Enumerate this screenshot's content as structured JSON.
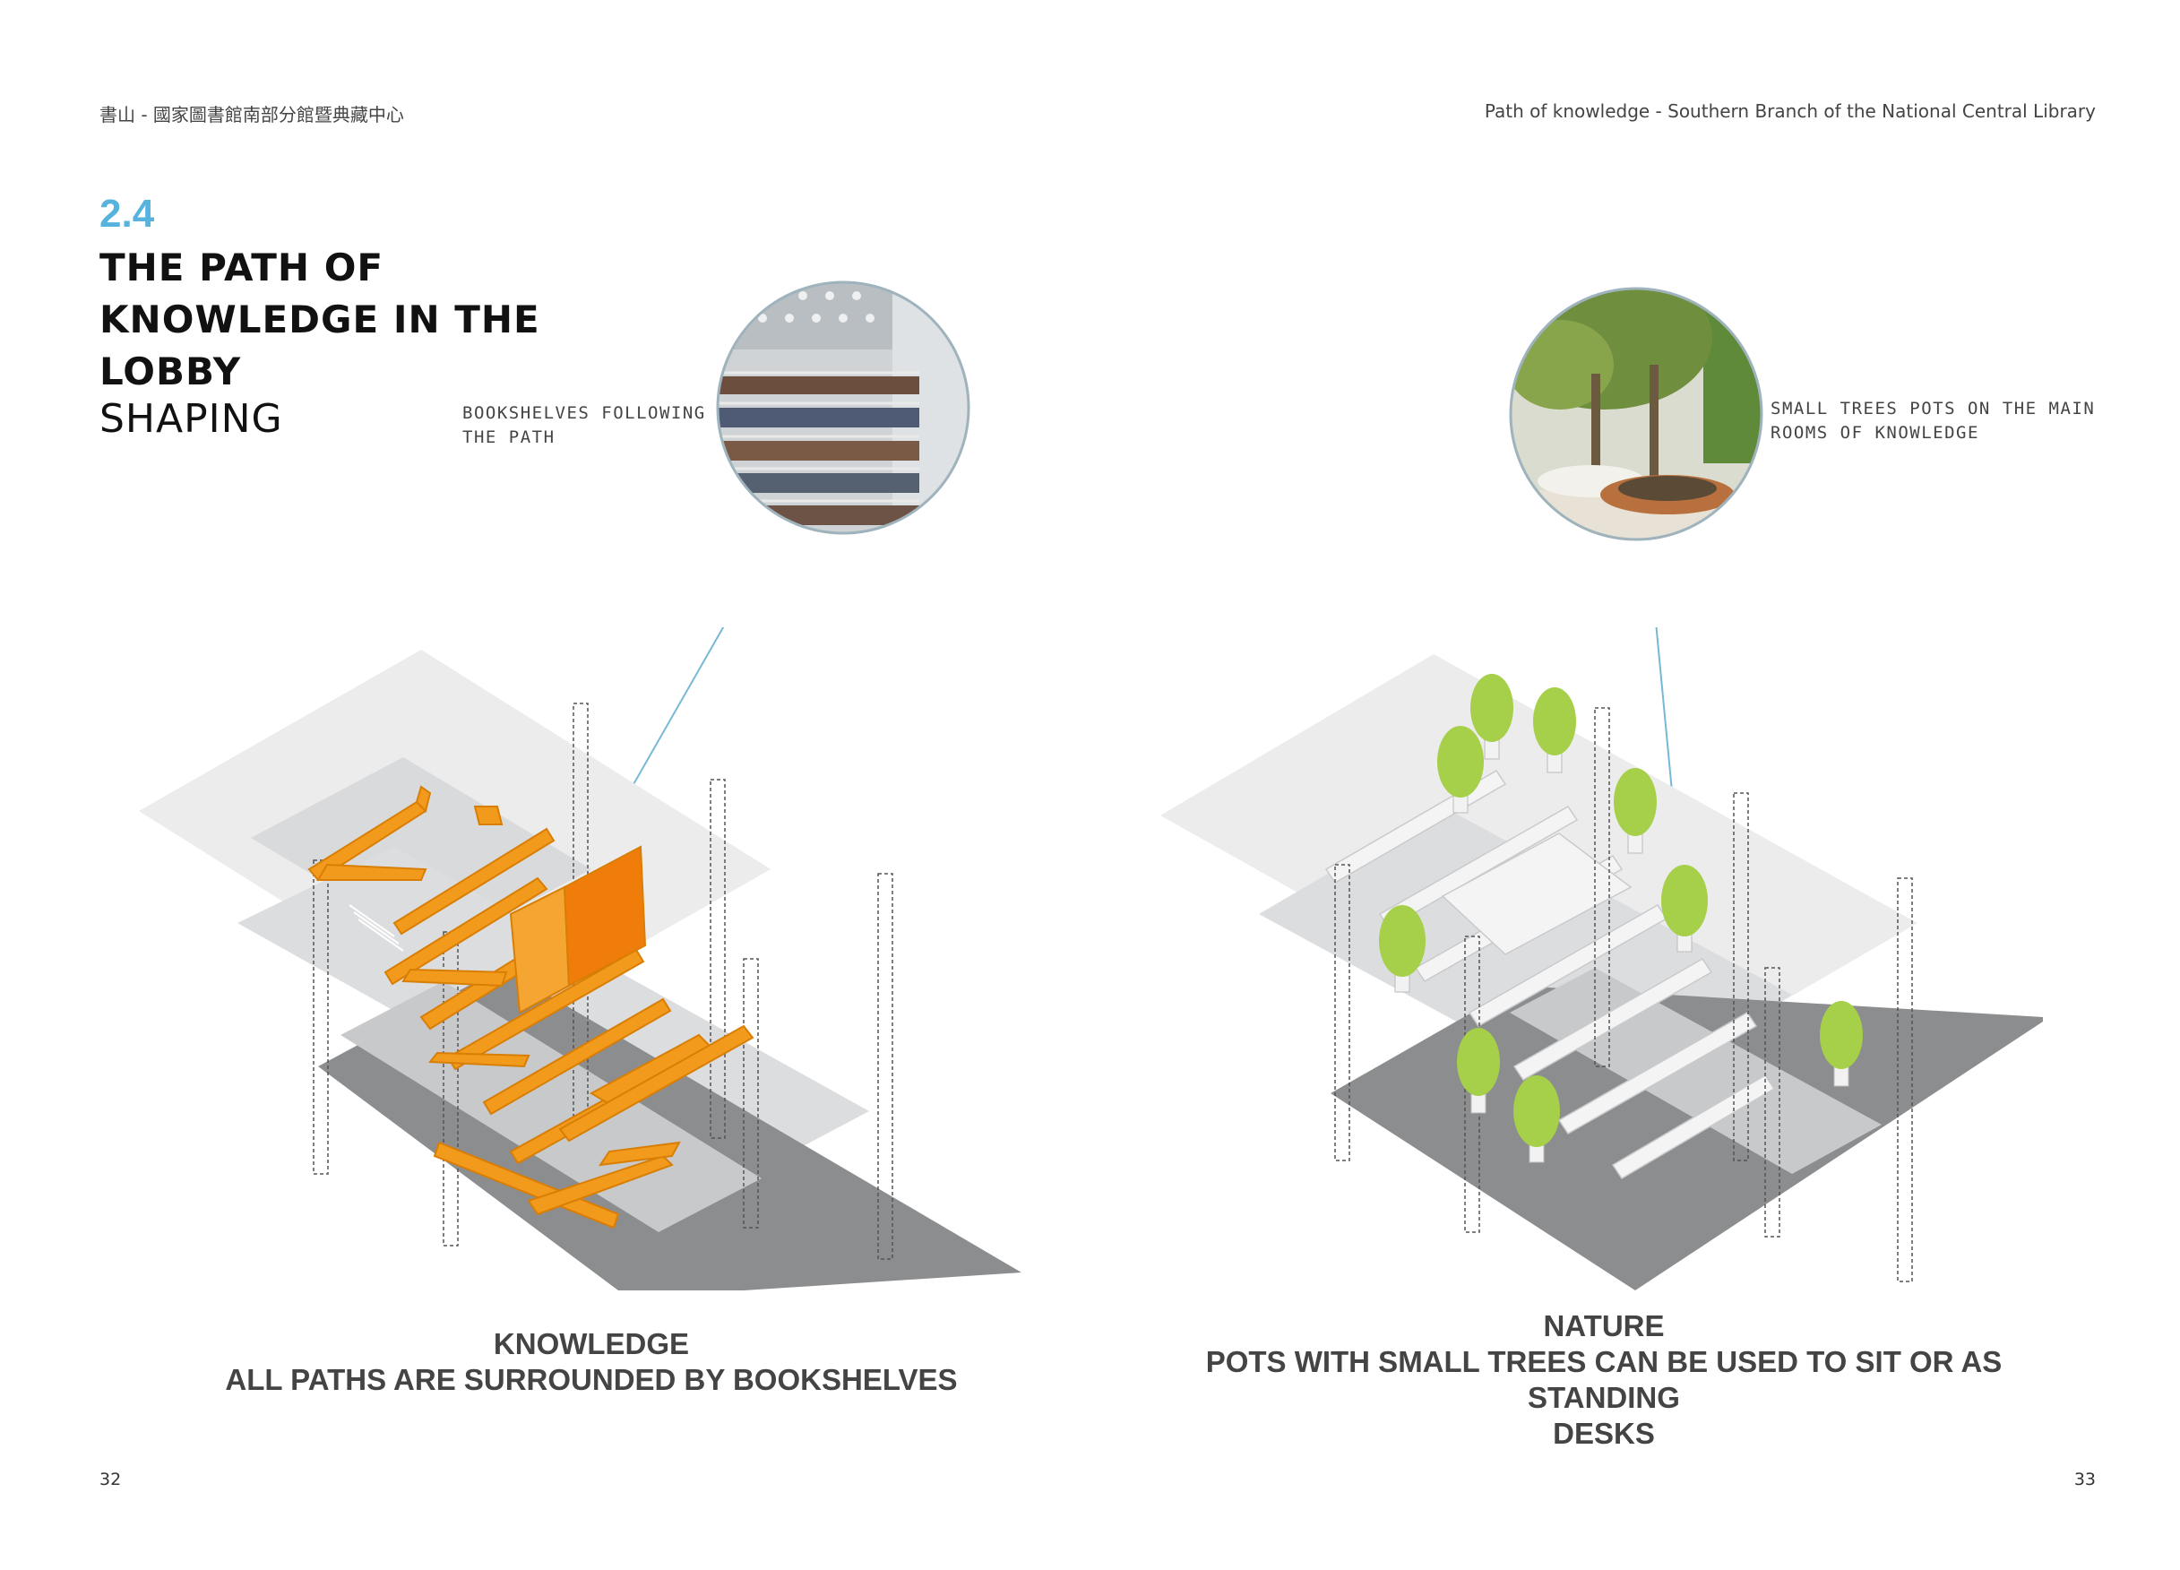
{
  "header": {
    "left": "書山 - 國家圖書館南部分館暨典藏中心",
    "right": "Path of knowledge - Southern Branch of the National Central Library"
  },
  "section": {
    "number": "2.4",
    "title_lines": [
      "THE PATH OF",
      "KNOWLEDGE IN THE",
      "LOBBY"
    ],
    "subtitle": "SHAPING"
  },
  "left_panel": {
    "callout_lines": [
      "BOOKSHELVES FOLLOWING",
      "THE PATH"
    ],
    "caption_lines": [
      "KNOWLEDGE",
      "ALL PATHS ARE SURROUNDED BY BOOKSHELVES"
    ]
  },
  "right_panel": {
    "callout_lines": [
      "SMALL TREES POTS ON THE MAIN",
      "ROOMS OF KNOWLEDGE"
    ],
    "caption_lines": [
      "NATURE",
      "POTS WITH SMALL TREES CAN BE USED TO SIT OR AS STANDING",
      "DESKS"
    ]
  },
  "page_numbers": {
    "left": "32",
    "right": "33"
  },
  "colors": {
    "accent_blue": "#55b3dd",
    "shelf_orange": "#f29a1c",
    "tree_green": "#a6cf4a",
    "slab_dark": "#8a8c8e",
    "slab_light": "#e2e3e4"
  }
}
